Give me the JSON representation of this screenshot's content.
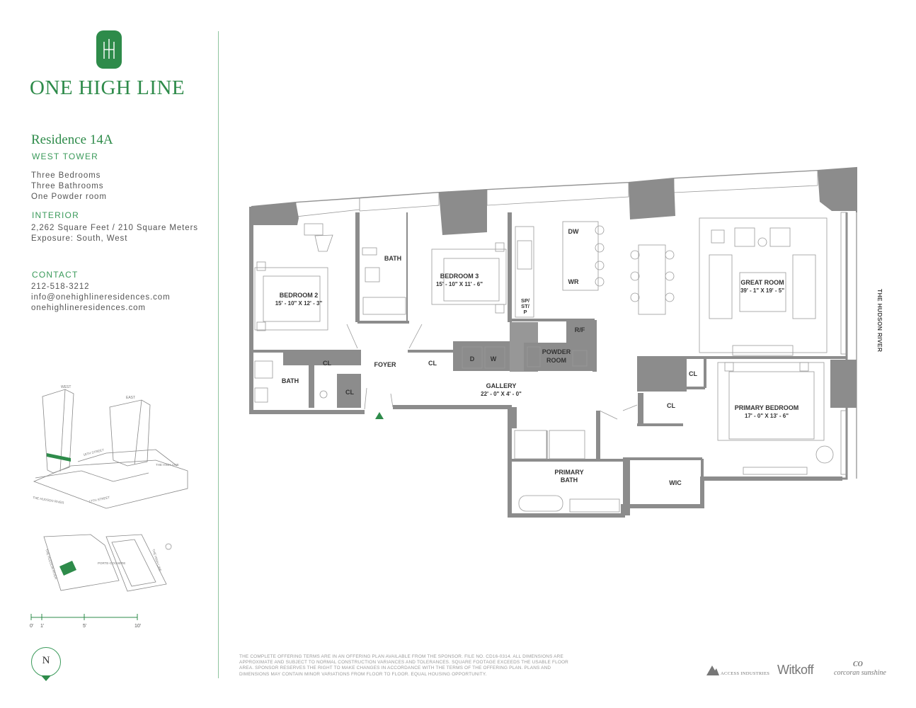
{
  "brand": {
    "name": "ONE HIGH LINE"
  },
  "residence": {
    "title": "Residence 14A",
    "tower": "WEST TOWER",
    "features": [
      "Three Bedrooms",
      "Three Bathrooms",
      "One Powder room"
    ]
  },
  "interior": {
    "heading": "INTERIOR",
    "area": "2,262 Square Feet / 210 Square Meters",
    "exposure": "Exposure: South, West"
  },
  "contact": {
    "heading": "CONTACT",
    "phone": "212-518-3212",
    "email": "info@onehighlineresidences.com",
    "website": "onehighlineresidences.com"
  },
  "building_diagram": {
    "west": "WEST",
    "east": "EAST",
    "street_18": "18TH STREET",
    "high_line": "THE HIGH LINE",
    "hudson": "THE HUDSON RIVER",
    "street_17": "17TH STREET"
  },
  "site_plan": {
    "hudson": "THE HUDSON RIVER",
    "porte_cochere": "PORTE-COCHERE",
    "high_line": "THE HIGH LINE"
  },
  "scale": {
    "labels": [
      "0'",
      "1'",
      "5'",
      "10'"
    ]
  },
  "compass": {
    "label": "N"
  },
  "floor_plan": {
    "river_label": "THE HUDSON RIVER",
    "rooms": {
      "bedroom2": {
        "name": "BEDROOM 2",
        "dims": "15' - 10\" X 12' - 3\""
      },
      "bath_top": {
        "name": "BATH"
      },
      "bedroom3": {
        "name": "BEDROOM 3",
        "dims": "15' - 10\" X 11' - 6\""
      },
      "dw": "DW",
      "wr": "WR",
      "sp": [
        "SP/",
        "ST/",
        "P"
      ],
      "great_room": {
        "name": "GREAT ROOM",
        "dims": "39' - 1\" X 19' - 5\""
      },
      "rf": "R/F",
      "powder": [
        "POWDER",
        "ROOM"
      ],
      "d": "D",
      "w": "W",
      "foyer": "FOYER",
      "cl_labels": [
        "CL",
        "CL",
        "CL",
        "CL",
        "CL"
      ],
      "bath_left": {
        "name": "BATH"
      },
      "gallery": {
        "name": "GALLERY",
        "dims": "22' - 0\" X 4' - 0\""
      },
      "primary_bedroom": {
        "name": "PRIMARY BEDROOM",
        "dims": "17' - 0\" X 13' - 6\""
      },
      "primary_bath": [
        "PRIMARY",
        "BATH"
      ],
      "wic": "WIC"
    }
  },
  "disclaimer": "THE COMPLETE OFFERING TERMS ARE IN AN OFFERING PLAN AVAILABLE FROM THE SPONSOR. FILE NO. CD16-0314. ALL DIMENSIONS ARE APPROXIMATE AND SUBJECT TO NORMAL CONSTRUCTION VARIANCES AND TOLERANCES. SQUARE FOOTAGE EXCEEDS THE USABLE FLOOR AREA. SPONSOR RESERVES THE RIGHT TO MAKE CHANGES IN ACCORDANCE WITH THE TERMS OF THE OFFERING PLAN. PLANS AND DIMENSIONS MAY CONTAIN MINOR VARIATIONS FROM FLOOR TO FLOOR. EQUAL HOUSING OPPORTUNITY.",
  "partners": {
    "access": "ACCESS INDUSTRIES",
    "witkoff": "Witkoff",
    "corcoran_mark": "CO",
    "corcoran": "corcoran sunshine"
  },
  "colors": {
    "brand_green": "#2e8b4a",
    "wall_gray": "#8c8c8c",
    "divider": "#8fc49f"
  }
}
